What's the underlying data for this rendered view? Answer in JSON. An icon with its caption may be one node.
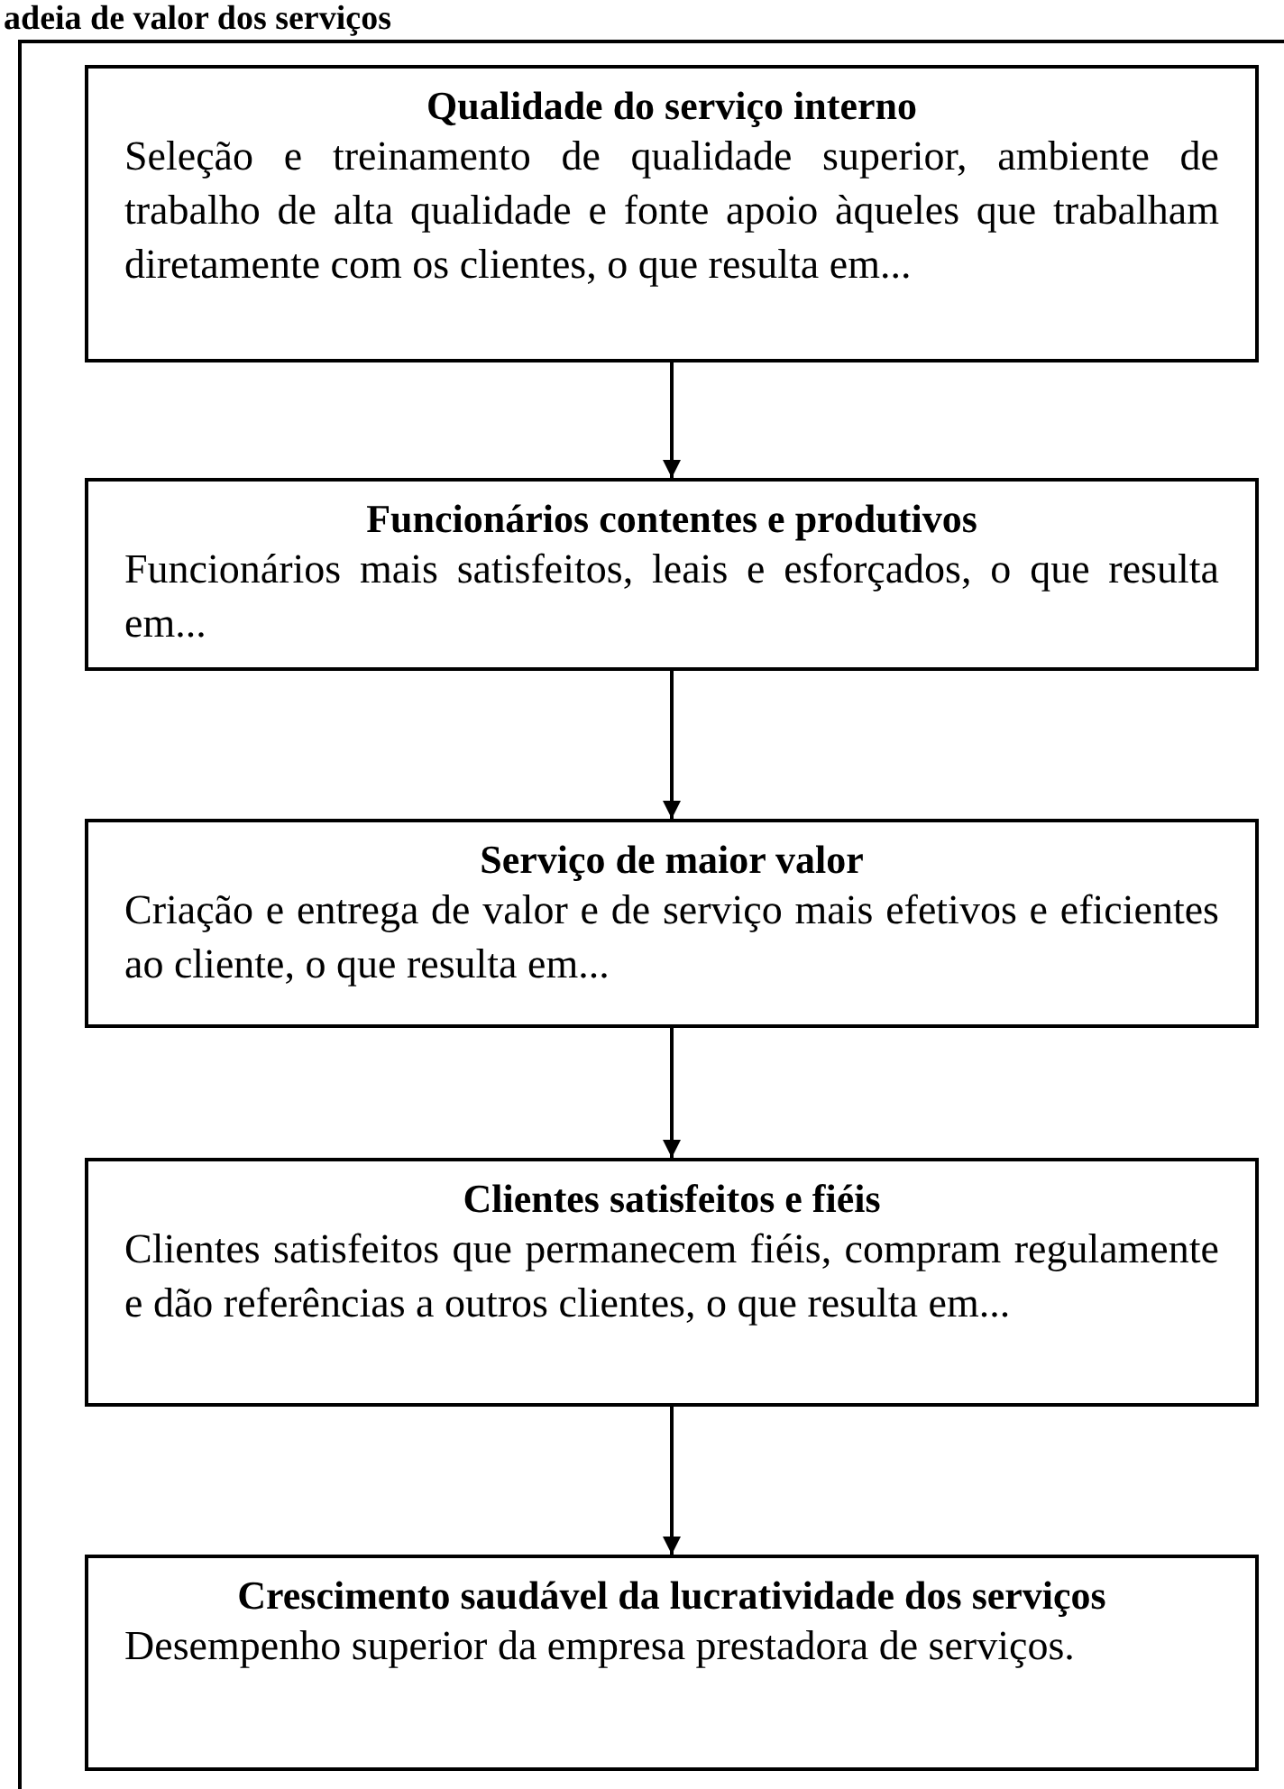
{
  "diagram": {
    "title": "adeia de valor dos serviços",
    "nodes": [
      {
        "text": [],
        "shape": "box"
      },
      {
        "text": [
          "Qualidade do serviço interno",
          "Seleção e treinamento de qualidade superior, ambiente de trabalho de alta qualidade e fonte apoio àqueles que trabalham diretamente com os clientes, o que resulta em..."
        ],
        "in": 0
      },
      {
        "text": [
          "Funcionários contentes e produtivos",
          "Funcionários mais satisfeitos, leais e esforçados, o que resulta em..."
        ],
        "in": 0
      },
      {
        "text": [
          "Serviço de maior valor",
          "Criação e entrega de valor e de serviço mais efetivos e eficientes ao cliente, o que resulta em..."
        ],
        "in": 0
      },
      {
        "text": [
          "Clientes satisfeitos e fiéis",
          "Clientes satisfeitos que permanecem fiéis, compram regulamente e dão referências a outros clientes, o que resulta em..."
        ],
        "in": 0
      },
      {
        "text": [
          "Crescimento saudável da lucratividade dos serviços",
          "Desempenho superior da empresa prestadora de serviços."
        ],
        "in": 0
      }
    ],
    "edges": [
      {
        "from": 1,
        "to": 2,
        "arrow": "to"
      },
      {
        "from": 2,
        "to": 3,
        "arrow": "to"
      },
      {
        "from": 3,
        "to": 4,
        "arrow": "to"
      },
      {
        "from": 4,
        "to": 5,
        "arrow": "to"
      }
    ]
  }
}
